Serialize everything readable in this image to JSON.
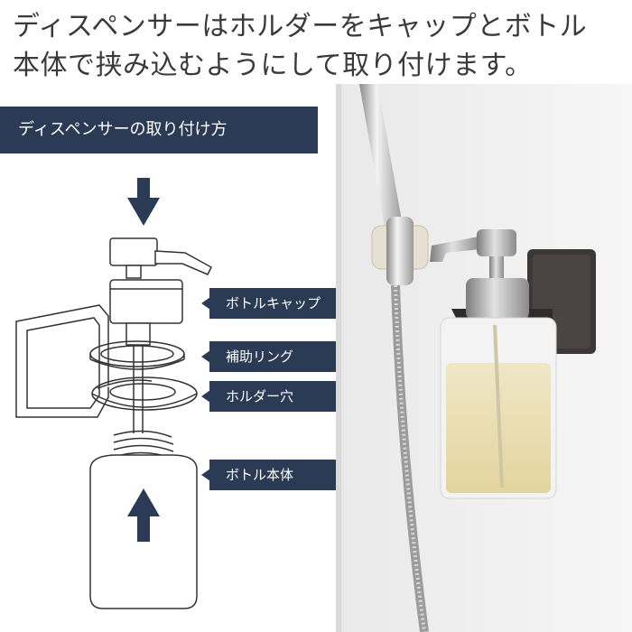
{
  "headline": {
    "line1": "ディスペンサーはホルダーをキャップとボトル",
    "line2": "本体で挟み込むようにして取り付けます。"
  },
  "banner": {
    "text": "ディスペンサーの取り付け方"
  },
  "labels": [
    {
      "id": "cap",
      "text": "ボトルキャップ"
    },
    {
      "id": "ring",
      "text": "補助リング"
    },
    {
      "id": "hole",
      "text": "ホルダー穴"
    },
    {
      "id": "body",
      "text": "ボトル本体"
    }
  ],
  "colors": {
    "navy": "#2b3a55",
    "line": "#333333",
    "text": "#3a3a3a"
  }
}
